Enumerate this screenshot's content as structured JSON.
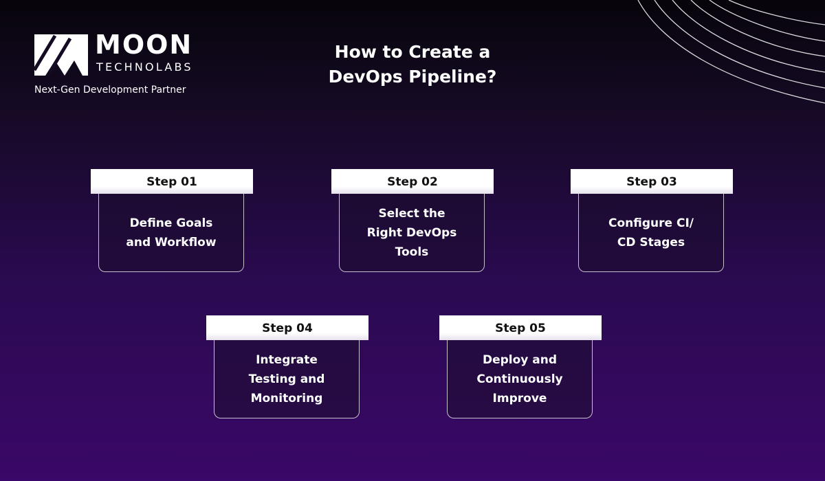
{
  "brand": {
    "name": "MOON",
    "sub": "TECHNOLABS",
    "tagline": "Next-Gen Development Partner"
  },
  "title": "How to Create a\nDevOps Pipeline?",
  "steps": [
    {
      "label": "Step 01",
      "text": "Define Goals\nand Workflow"
    },
    {
      "label": "Step 02",
      "text": "Select the\nRight DevOps\nTools"
    },
    {
      "label": "Step 03",
      "text": "Configure CI/\nCD Stages"
    },
    {
      "label": "Step 04",
      "text": "Integrate\nTesting and\nMonitoring"
    },
    {
      "label": "Step 05",
      "text": "Deploy and\nContinuously\nImprove"
    }
  ]
}
